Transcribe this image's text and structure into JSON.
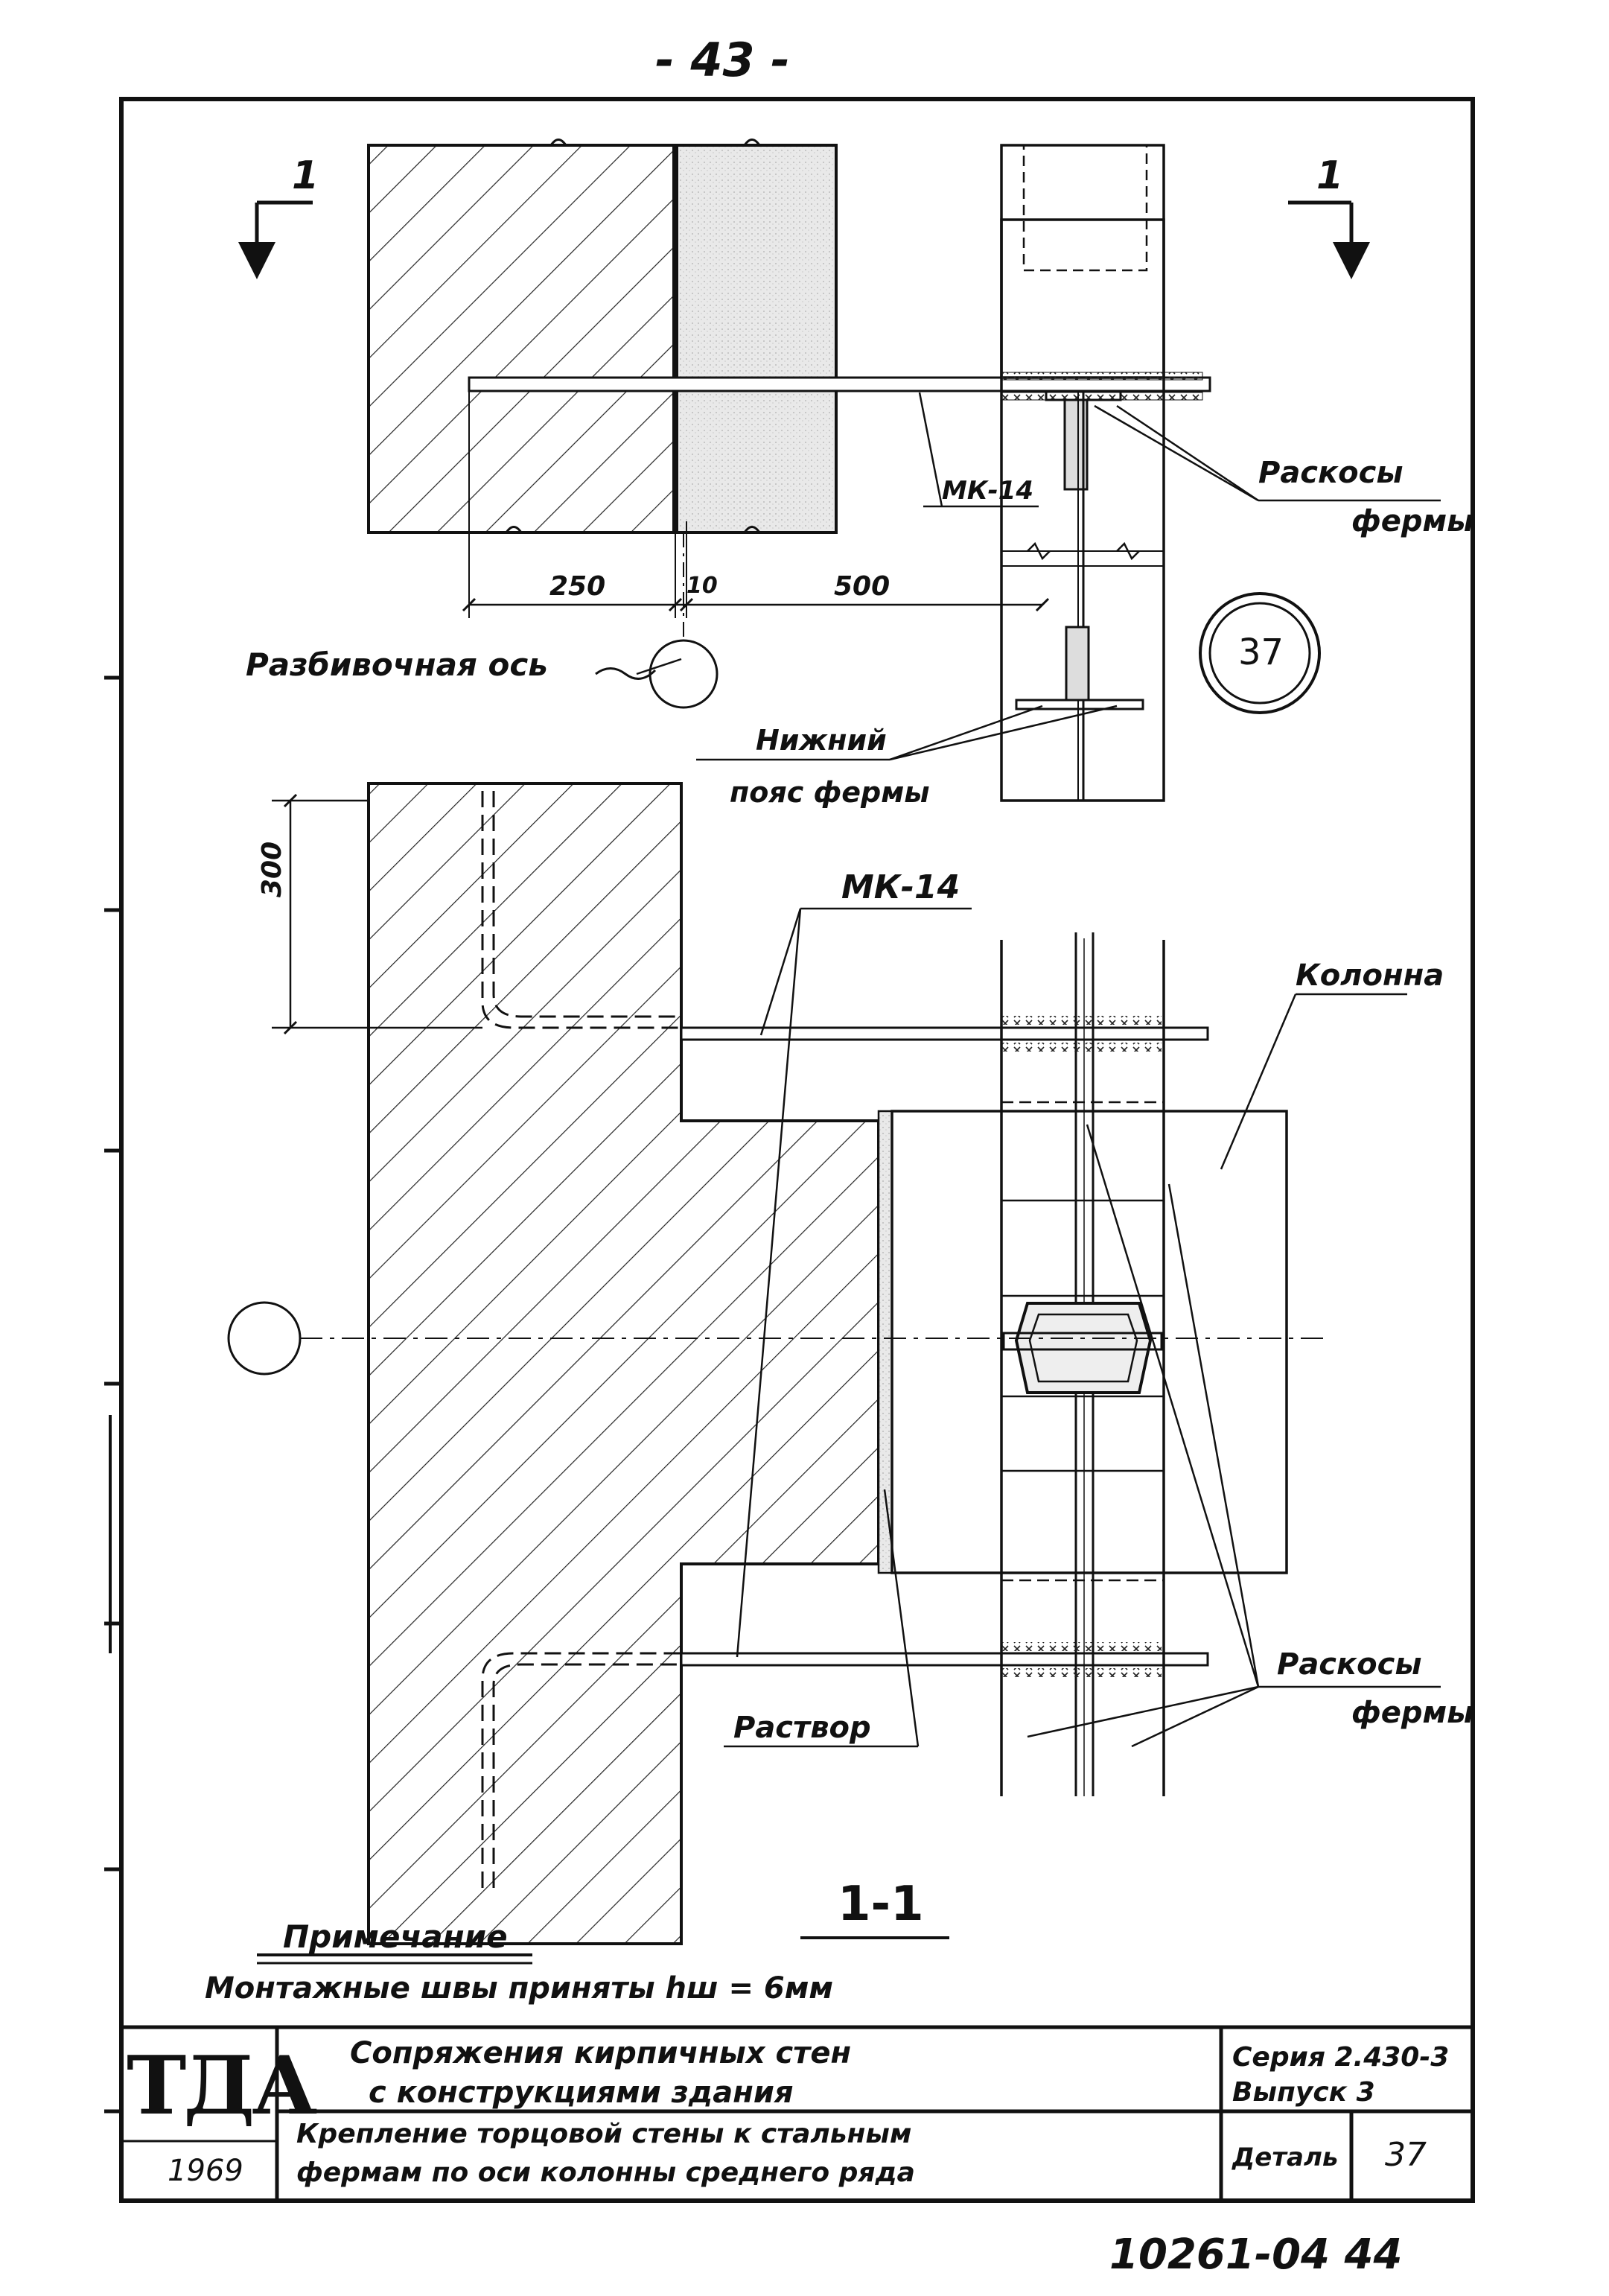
{
  "sheet": {
    "page_number": "- 43 -",
    "archive_number": "10261-04 44"
  },
  "section_marks": {
    "left": "1",
    "right": "1"
  },
  "labels": {
    "mk_top": "МК-14",
    "raskosy_top_1": "Раскосы",
    "raskosy_top_2": "фермы",
    "dim_250": "250",
    "dim_10": "10",
    "dim_500": "500",
    "razbivochnaya_os": "Разбивочная ось",
    "detail_number": "37",
    "nizhniy_1": "Нижний",
    "nizhniy_2": "пояс фермы",
    "dim_300": "300",
    "mk_mid": "МК-14",
    "kolonna": "Колонна",
    "raskosy_bot_1": "Раскосы",
    "raskosy_bot_2": "фермы",
    "rastvor": "Раствор",
    "section_title": "1-1"
  },
  "note": {
    "title": "Примечание",
    "text": "Монтажные швы приняты hш = 6мм"
  },
  "title_block": {
    "logo": "ТДА",
    "year": "1969",
    "title_line1": "Сопряжения кирпичных стен",
    "title_line2": "с конструкциями здания",
    "subtitle_line1": "Крепление торцовой стены к стальным",
    "subtitle_line2": "фермам по оси колонны среднего ряда",
    "series": "Серия 2.430-3",
    "issue": "Выпуск 3",
    "detail_label": "Деталь",
    "detail_value": "37"
  }
}
